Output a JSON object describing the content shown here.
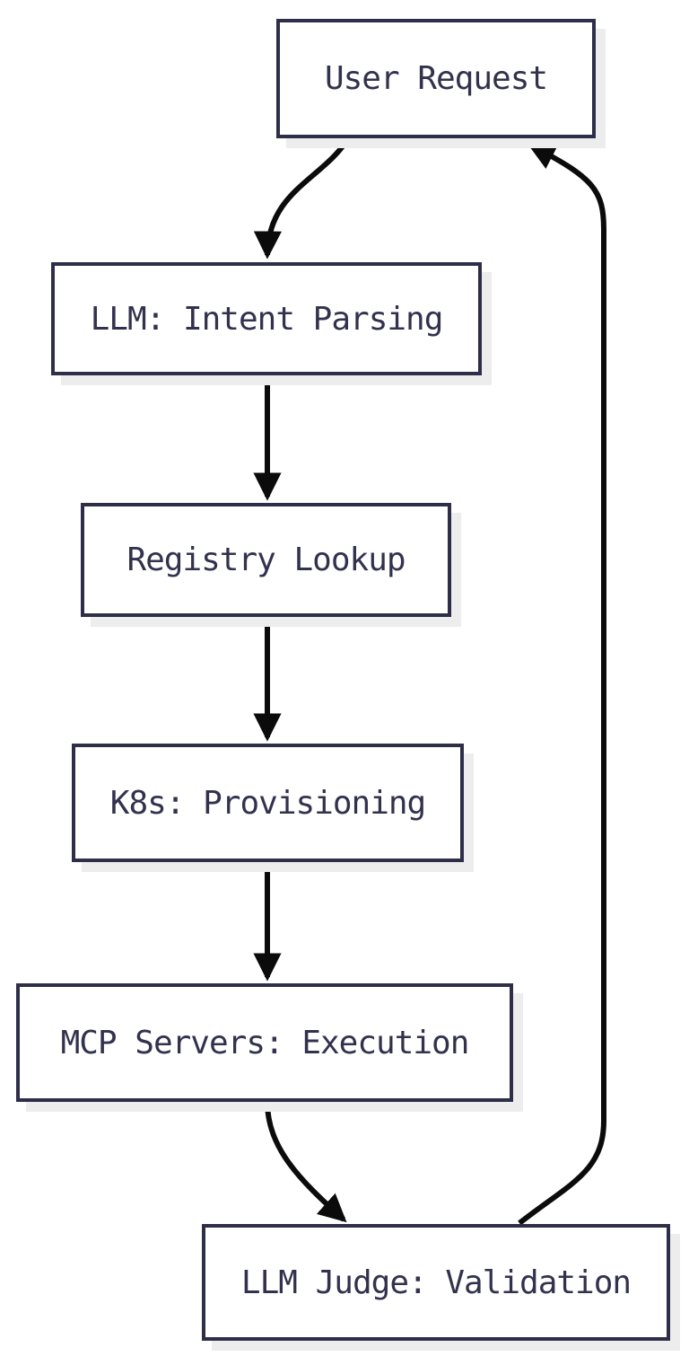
{
  "diagram": {
    "type": "flowchart",
    "direction": "top-down",
    "nodes": [
      {
        "id": "user-request",
        "label": "User Request"
      },
      {
        "id": "intent-parsing",
        "label": "LLM: Intent Parsing"
      },
      {
        "id": "registry-lookup",
        "label": "Registry Lookup"
      },
      {
        "id": "k8s-provisioning",
        "label": "K8s: Provisioning"
      },
      {
        "id": "mcp-execution",
        "label": "MCP Servers: Execution"
      },
      {
        "id": "llm-judge",
        "label": "LLM Judge: Validation"
      }
    ],
    "edges": [
      {
        "from": "user-request",
        "to": "intent-parsing"
      },
      {
        "from": "intent-parsing",
        "to": "registry-lookup"
      },
      {
        "from": "registry-lookup",
        "to": "k8s-provisioning"
      },
      {
        "from": "k8s-provisioning",
        "to": "mcp-execution"
      },
      {
        "from": "mcp-execution",
        "to": "llm-judge"
      },
      {
        "from": "llm-judge",
        "to": "user-request"
      }
    ],
    "colors": {
      "node_border": "#2e2e49",
      "node_fill": "#ffffff",
      "node_text": "#32324e",
      "node_shadow": "#ededee",
      "arrow": "#0b0b0b",
      "background": "#ffffff"
    }
  }
}
